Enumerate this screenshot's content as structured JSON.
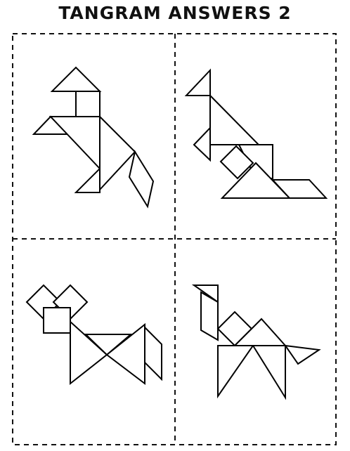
{
  "title": "TANGRAM ANSWERS 2",
  "colors": {
    "line": "#000000",
    "background": "#ffffff"
  },
  "panels": [
    {
      "subject": "bird with hat"
    },
    {
      "subject": "kangaroo"
    },
    {
      "subject": "fox"
    },
    {
      "subject": "camel"
    }
  ]
}
